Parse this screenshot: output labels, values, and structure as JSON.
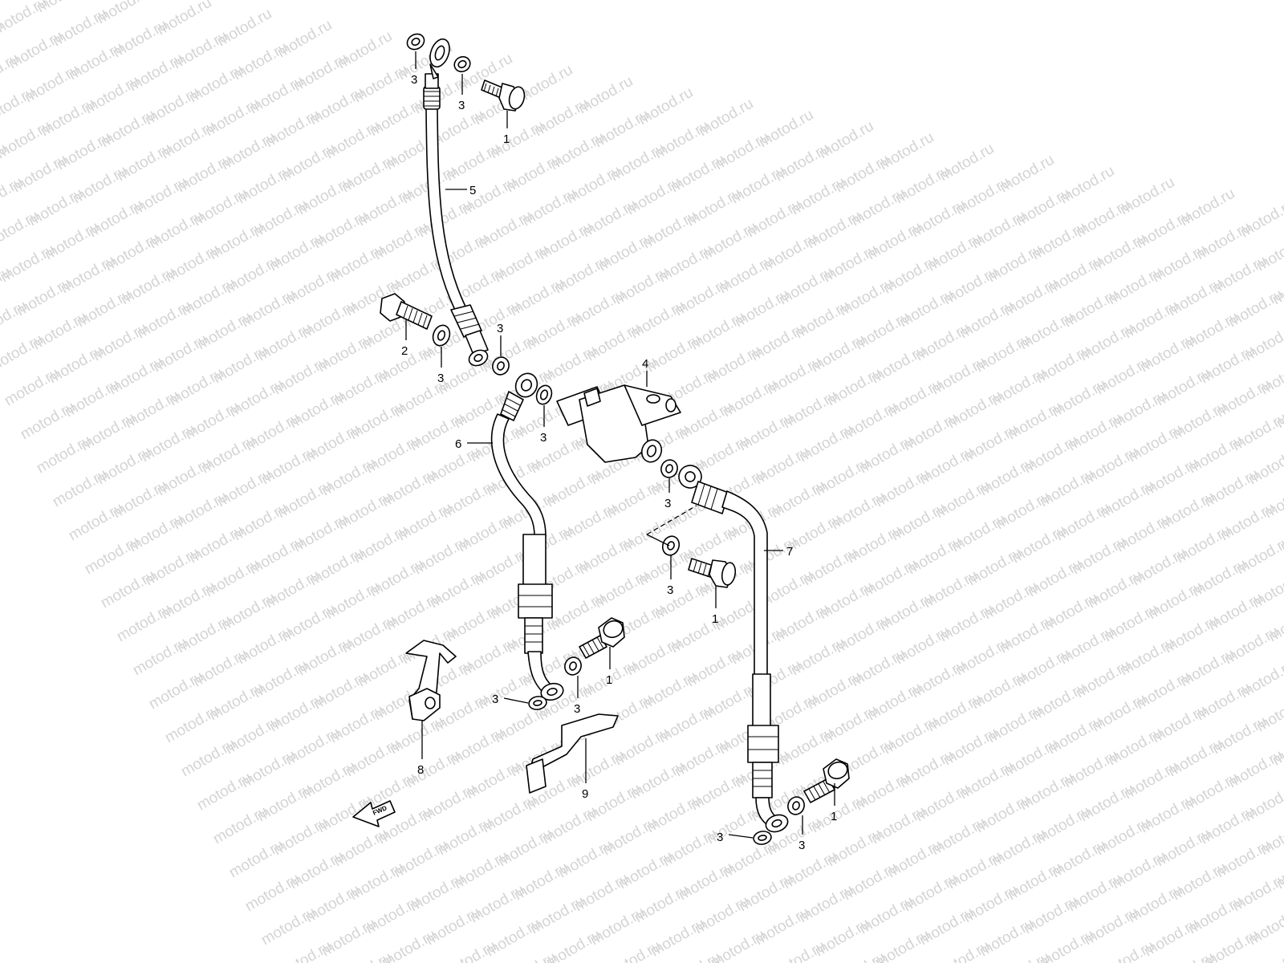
{
  "watermark": {
    "text": "motod.ru",
    "color": "#d4d4d4"
  },
  "fwd_arrow": {
    "label": "FWD"
  },
  "callouts": [
    {
      "id": "c1",
      "label": "3"
    },
    {
      "id": "c2",
      "label": "3"
    },
    {
      "id": "c3",
      "label": "1"
    },
    {
      "id": "c4",
      "label": "5"
    },
    {
      "id": "c5",
      "label": "2"
    },
    {
      "id": "c6",
      "label": "3"
    },
    {
      "id": "c7",
      "label": "3"
    },
    {
      "id": "c8",
      "label": "4"
    },
    {
      "id": "c9",
      "label": "3"
    },
    {
      "id": "c10",
      "label": "6"
    },
    {
      "id": "c11",
      "label": "3"
    },
    {
      "id": "c12",
      "label": "7"
    },
    {
      "id": "c13",
      "label": "3"
    },
    {
      "id": "c14",
      "label": "1"
    },
    {
      "id": "c15",
      "label": "1"
    },
    {
      "id": "c16",
      "label": "3"
    },
    {
      "id": "c17",
      "label": "3"
    },
    {
      "id": "c18",
      "label": "8"
    },
    {
      "id": "c19",
      "label": "9"
    },
    {
      "id": "c20",
      "label": "1"
    },
    {
      "id": "c21",
      "label": "3"
    },
    {
      "id": "c22",
      "label": "3"
    }
  ]
}
